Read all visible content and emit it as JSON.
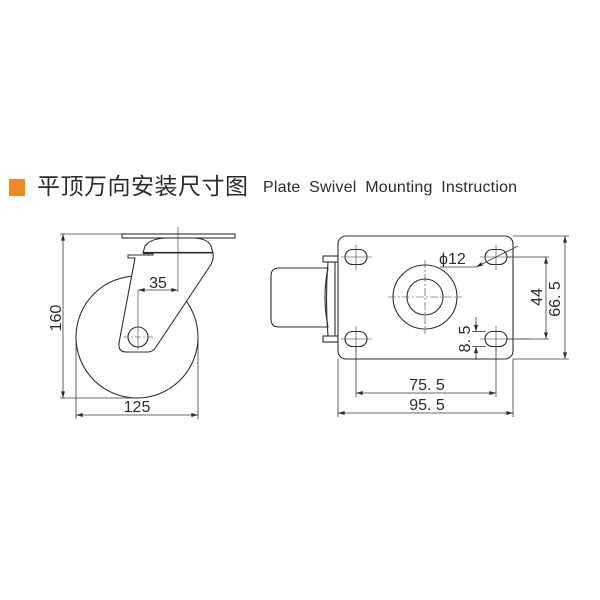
{
  "header": {
    "accent_color": "#EE8A25",
    "title_zh": "平顶万向安装尺寸图",
    "title_en": "Plate Swivel Mounting Instruction"
  },
  "side_view": {
    "height_label": "160",
    "wheel_diameter_label": "125",
    "offset_label": "35"
  },
  "top_view": {
    "hole_diameter_label": "ϕ12",
    "hole_spacing_vertical_label": "44",
    "plate_height_label": "66. 5",
    "slot_width_label": "8. 5",
    "hole_spacing_horizontal_label": "75. 5",
    "plate_width_label": "95. 5"
  },
  "colors": {
    "line": "#2e2e2e",
    "text": "#2b2b2b",
    "background": "#ffffff"
  }
}
